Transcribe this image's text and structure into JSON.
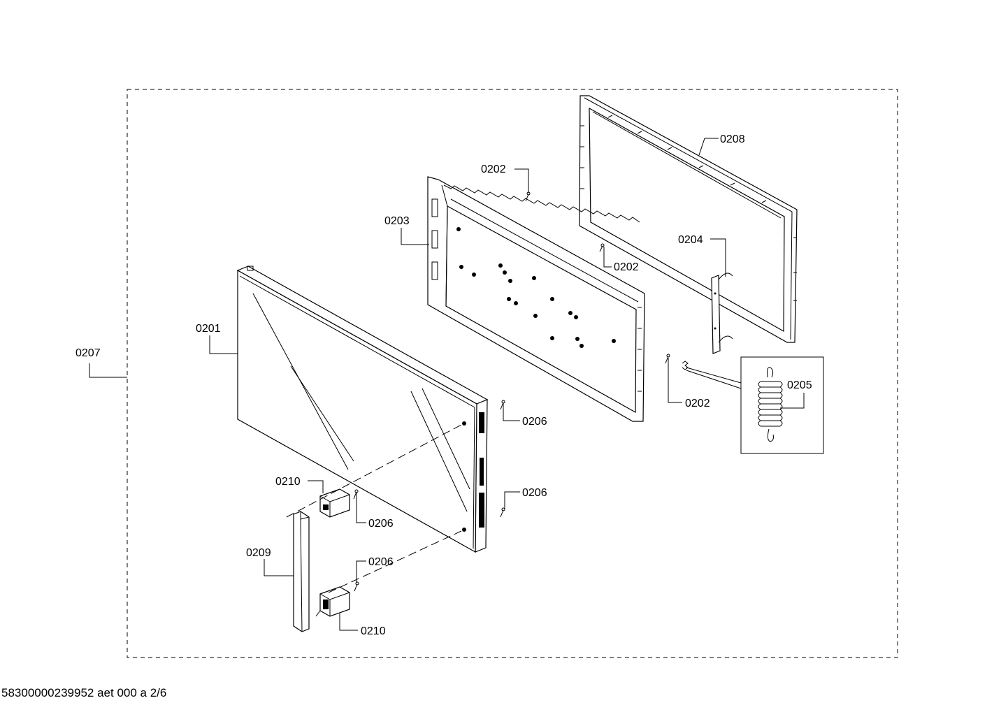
{
  "diagram": {
    "labels": {
      "l0201": "0201",
      "l0202a": "0202",
      "l0202b": "0202",
      "l0202c": "0202",
      "l0203": "0203",
      "l0204": "0204",
      "l0205": "0205",
      "l0206a": "0206",
      "l0206b": "0206",
      "l0206c": "0206",
      "l0206d": "0206",
      "l0207": "0207",
      "l0208": "0208",
      "l0209": "0209",
      "l0210a": "0210",
      "l0210b": "0210"
    },
    "footer": "58300000239952 aet 000 a 2/6"
  }
}
